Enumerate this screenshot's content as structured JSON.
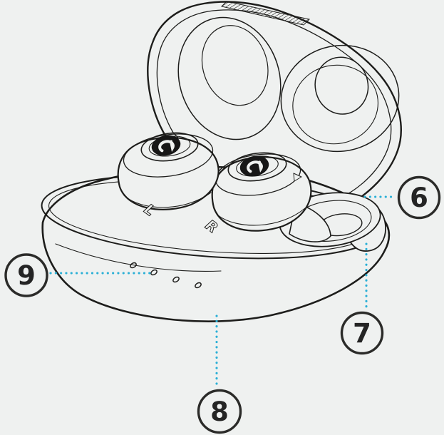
{
  "figure": {
    "labels": {
      "left": "L",
      "right": "R"
    }
  },
  "colors": {
    "background": "#eff1f0",
    "line": "#1d1d1b",
    "leader_dots": "#29afd6",
    "callout_ring": "#2b2b29",
    "callout_number": "#242424",
    "logo_fill": "#171717"
  },
  "callouts": [
    {
      "number": "6",
      "points_to": "lid-right-edge"
    },
    {
      "number": "7",
      "points_to": "case-hinge"
    },
    {
      "number": "8",
      "points_to": "case-bottom"
    },
    {
      "number": "9",
      "points_to": "led-indicators"
    }
  ]
}
